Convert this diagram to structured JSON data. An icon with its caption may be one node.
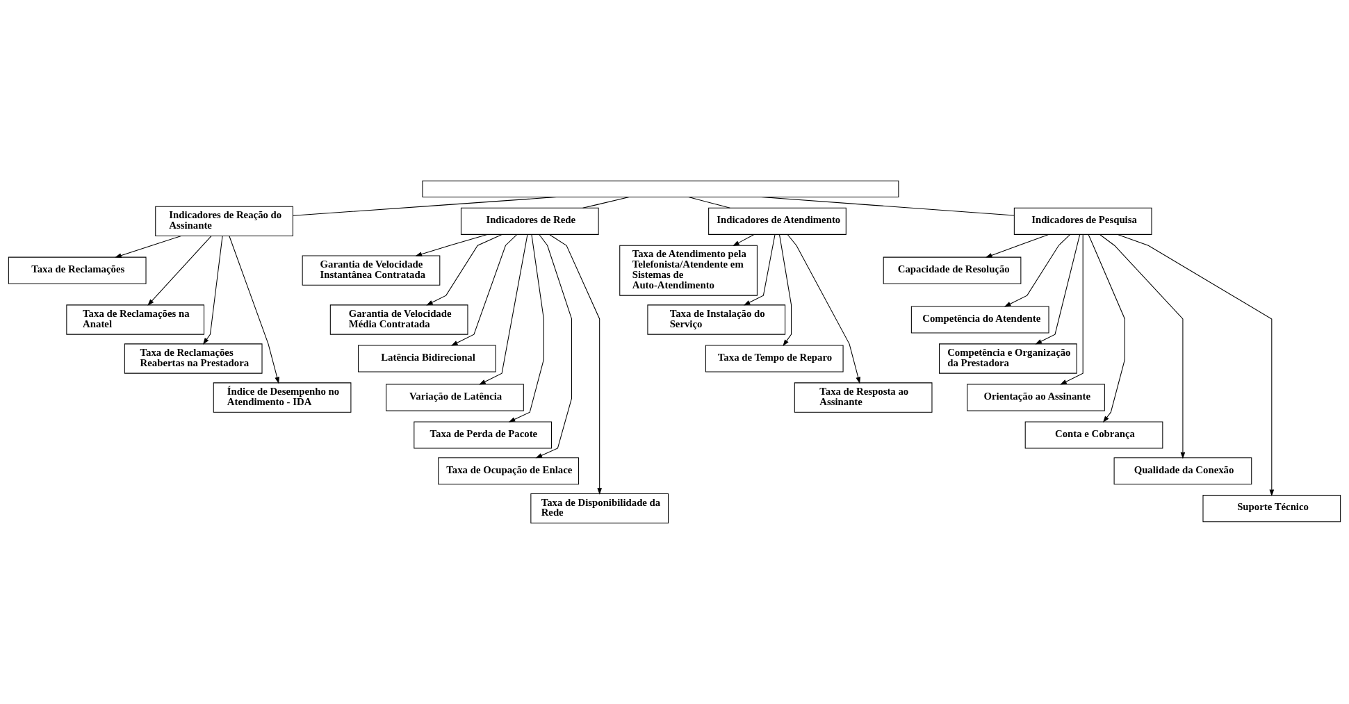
{
  "diagram": {
    "nodes": [
      {
        "text": [],
        "shape": "box"
      },
      {
        "text": [
          "Indicadores de Reação do Assinante"
        ]
      },
      {
        "text": [
          "Indicadores de Rede"
        ]
      },
      {
        "text": [
          "Indicadores de Atendimento"
        ]
      },
      {
        "text": [
          "Indicadores de Pesquisa"
        ]
      },
      {
        "text": [
          "Taxa de Reclamações"
        ]
      },
      {
        "text": [
          "Taxa de Reclamações na Anatel"
        ]
      },
      {
        "text": [
          "Taxa de Reclamações Reabertas na Prestadora"
        ]
      },
      {
        "text": [
          "Índice de Desempenho no Atendimento - IDA"
        ]
      },
      {
        "text": [
          "Garantia de Velocidade Instantânea Contratada"
        ]
      },
      {
        "text": [
          "Garantia de Velocidade Média Contratada"
        ]
      },
      {
        "text": [
          "Latência Bidirecional"
        ]
      },
      {
        "text": [
          "Variação de Latência"
        ]
      },
      {
        "text": [
          "Taxa de Perda de Pacote"
        ]
      },
      {
        "text": [
          "Taxa de Ocupação de Enlace"
        ]
      },
      {
        "text": [
          "Taxa de Disponibilidade da Rede"
        ]
      },
      {
        "text": [
          "Taxa de Atendimento pela Telefonista/Atendente em Sistemas de Auto-Atendimento"
        ]
      },
      {
        "text": [
          "Taxa de Instalação do Serviço"
        ]
      },
      {
        "text": [
          "Taxa de Tempo de Reparo"
        ]
      },
      {
        "text": [
          "Taxa de Resposta ao Assinante"
        ]
      },
      {
        "text": [
          "Capacidade de Resolução"
        ]
      },
      {
        "text": [
          "Competência do Atendente"
        ]
      },
      {
        "text": [
          "Competência e Organização da Prestadora"
        ]
      },
      {
        "text": [
          "Orientação ao Assinante"
        ]
      },
      {
        "text": [
          "Conta e Cobrança"
        ]
      },
      {
        "text": [
          "Qualidade da Conexão"
        ]
      },
      {
        "text": [
          "Suporte Técnico"
        ]
      }
    ],
    "edges": [
      {
        "from": 0,
        "to": 1,
        "arrow": "none"
      },
      {
        "from": 0,
        "to": 2,
        "arrow": "none"
      },
      {
        "from": 0,
        "to": 3,
        "arrow": "none"
      },
      {
        "from": 0,
        "to": 4,
        "arrow": "none"
      },
      {
        "from": 1,
        "to": 5,
        "arrow": "to"
      },
      {
        "from": 1,
        "to": 6,
        "arrow": "to"
      },
      {
        "from": 1,
        "to": 7,
        "arrow": "to"
      },
      {
        "from": 1,
        "to": 8,
        "arrow": "to"
      },
      {
        "from": 2,
        "to": 9,
        "arrow": "to"
      },
      {
        "from": 2,
        "to": 10,
        "arrow": "to"
      },
      {
        "from": 2,
        "to": 11,
        "arrow": "to"
      },
      {
        "from": 2,
        "to": 12,
        "arrow": "to"
      },
      {
        "from": 2,
        "to": 13,
        "arrow": "to"
      },
      {
        "from": 2,
        "to": 14,
        "arrow": "to"
      },
      {
        "from": 2,
        "to": 15,
        "arrow": "to"
      },
      {
        "from": 3,
        "to": 16,
        "arrow": "to"
      },
      {
        "from": 3,
        "to": 17,
        "arrow": "to"
      },
      {
        "from": 3,
        "to": 18,
        "arrow": "to"
      },
      {
        "from": 3,
        "to": 19,
        "arrow": "to"
      },
      {
        "from": 4,
        "to": 20,
        "arrow": "to"
      },
      {
        "from": 4,
        "to": 21,
        "arrow": "to"
      },
      {
        "from": 4,
        "to": 22,
        "arrow": "to"
      },
      {
        "from": 4,
        "to": 23,
        "arrow": "to"
      },
      {
        "from": 4,
        "to": 24,
        "arrow": "to"
      },
      {
        "from": 4,
        "to": 25,
        "arrow": "to"
      },
      {
        "from": 4,
        "to": 26,
        "arrow": "to"
      }
    ]
  }
}
